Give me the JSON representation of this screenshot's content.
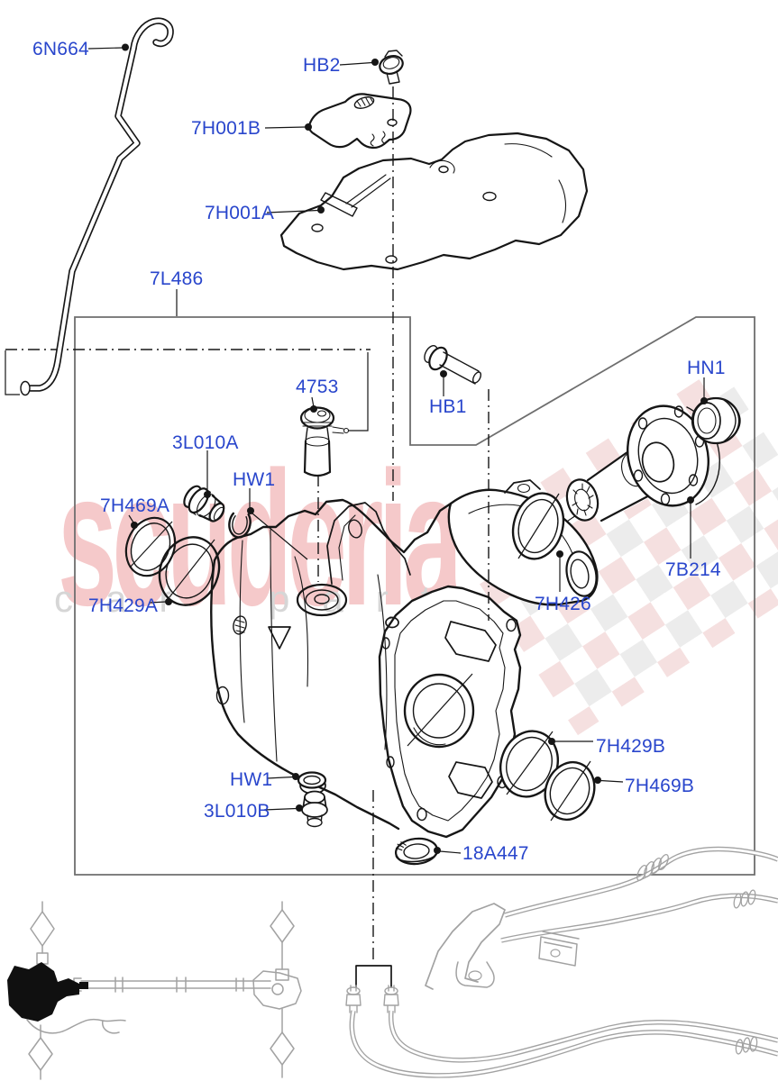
{
  "watermark": {
    "brand": "scuderia",
    "tagline": "car parts"
  },
  "colors": {
    "label": "#2946cc",
    "line": "#161616",
    "frame": "#6e6e6e",
    "ghost": "#a2a2a2",
    "watermark_pink": "#f5c9ca",
    "watermark_gray": "#d6d6d6",
    "checker_pink": "#f2d8d8",
    "checker_gray": "#e7e7e7"
  },
  "callouts": [
    {
      "code": "6N664"
    },
    {
      "code": "HB2"
    },
    {
      "code": "7H001B"
    },
    {
      "code": "7H001A"
    },
    {
      "code": "7L486"
    },
    {
      "code": "4753"
    },
    {
      "code": "HB1"
    },
    {
      "code": "HN1"
    },
    {
      "code": "3L010A"
    },
    {
      "code": "HW1"
    },
    {
      "code": "7H469A"
    },
    {
      "code": "7H429A"
    },
    {
      "code": "7H426"
    },
    {
      "code": "7B214"
    },
    {
      "code": "7H429B"
    },
    {
      "code": "7H469B"
    },
    {
      "code": "HW1"
    },
    {
      "code": "3L010B"
    },
    {
      "code": "18A447"
    }
  ]
}
